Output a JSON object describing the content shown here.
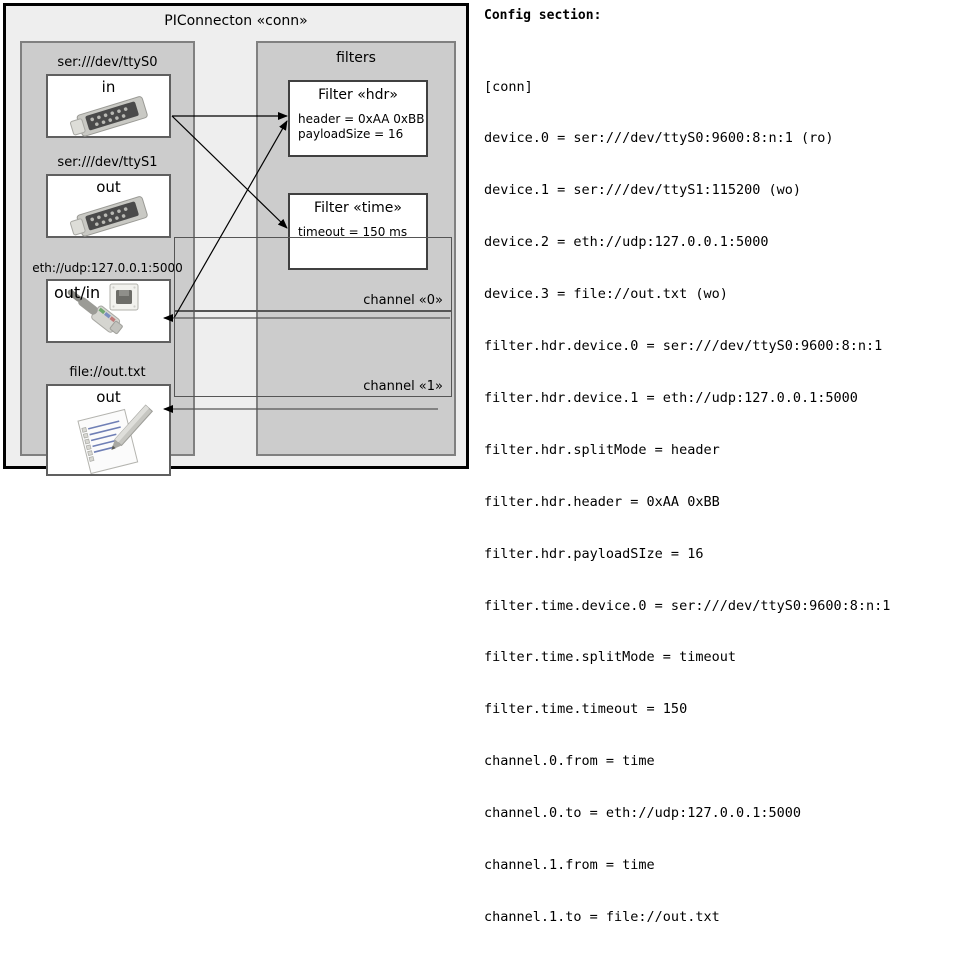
{
  "diagram": {
    "title": "PIConnecton «conn»",
    "devices_panel": {
      "title": "",
      "devices": [
        {
          "caption": "ser:///dev/ttyS0",
          "label": "in",
          "icon": "serial-port-icon"
        },
        {
          "caption": "ser:///dev/ttyS1",
          "label": "out",
          "icon": "serial-port-icon"
        },
        {
          "caption": "eth://udp:127.0.0.1:5000",
          "label": "out/in",
          "icon": "ethernet-plug-icon"
        },
        {
          "caption": "file://out.txt",
          "label": "out",
          "icon": "text-file-icon"
        }
      ]
    },
    "filters_panel": {
      "title": "filters",
      "filters": [
        {
          "title": "Filter «hdr»",
          "attrs": [
            "header = 0xAA 0xBB",
            "payloadSize = 16"
          ]
        },
        {
          "title": "Filter «time»",
          "attrs": [
            "timeout = 150 ms"
          ]
        }
      ],
      "channels": [
        {
          "label": "channel «0»"
        },
        {
          "label": "channel «1»"
        }
      ]
    }
  },
  "config": {
    "heading": "Config section:",
    "lines": [
      "[conn]",
      "device.0 = ser:///dev/ttyS0:9600:8:n:1 (ro)",
      "device.1 = ser:///dev/ttyS1:115200 (wo)",
      "device.2 = eth://udp:127.0.0.1:5000",
      "device.3 = file://out.txt (wo)",
      "filter.hdr.device.0 = ser:///dev/ttyS0:9600:8:n:1",
      "filter.hdr.device.1 = eth://udp:127.0.0.1:5000",
      "filter.hdr.splitMode = header",
      "filter.hdr.header = 0xAA 0xBB",
      "filter.hdr.payloadSIze = 16",
      "filter.time.device.0 = ser:///dev/ttyS0:9600:8:n:1",
      "filter.time.splitMode = timeout",
      "filter.time.timeout = 150",
      "channel.0.from = time",
      "channel.0.to = eth://udp:127.0.0.1:5000",
      "channel.1.from = time",
      "channel.1.to = file://out.txt"
    ]
  },
  "colors": {
    "frame": "#000000",
    "page_bg": "#eeeeee",
    "panel_bg": "#cccccc",
    "panel_border": "#808080",
    "box_bg": "#ffffff",
    "box_border": "#606060",
    "arrow": "#000000"
  }
}
